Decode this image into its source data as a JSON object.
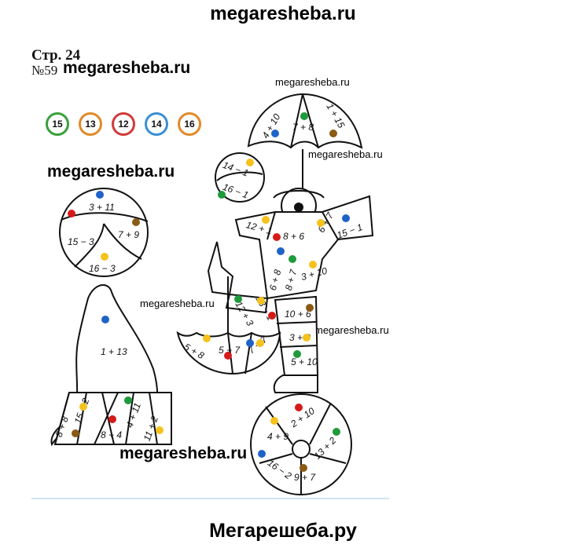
{
  "watermark": {
    "top": "megaresheba.ru",
    "bottom": "Мегарешеба.ру",
    "inline": "megaresheba.ru"
  },
  "page_label": "Стр. 24",
  "task_label": "№59",
  "legend": [
    {
      "value": "15",
      "color": "#3aa03a"
    },
    {
      "value": "13",
      "color": "#e08a2a"
    },
    {
      "value": "12",
      "color": "#d23a3a"
    },
    {
      "value": "14",
      "color": "#3b8fd1"
    },
    {
      "value": "16",
      "color": "#e08a2a"
    }
  ],
  "dot_colors": {
    "green": "#1f9a3a",
    "yellow": "#f5c21c",
    "red": "#d51a1a",
    "blue": "#1f63c9",
    "brown": "#8a5a14"
  },
  "seal_ball": [
    "3 + 11",
    "15 − 3",
    "7 + 9",
    "16 − 3"
  ],
  "seal_body": "1 + 13",
  "pedestal": [
    "8 + 8",
    "15 − 2",
    "8 + 4",
    "4 + 11",
    "11 + 2"
  ],
  "top_umbrella": [
    "4 + 10",
    "7 + 8",
    "1 + 15"
  ],
  "juggle_ball": [
    "14 − 1",
    "16 − 1"
  ],
  "clown_top": [
    "12 + 1",
    "8 + 6",
    "6 + 7",
    "15 − 1"
  ],
  "clown_middle": [
    "6 + 8",
    "8 + 7",
    "3 + 10"
  ],
  "clown_legs": [
    "12 + 3",
    "13 − 1",
    "10 + 6",
    "3 + 9",
    "5 + 10"
  ],
  "low_umbrella": [
    "5 + 8",
    "5 + 7",
    "7 + 7"
  ],
  "bottom_ball": [
    "4 + 9",
    "2 + 10",
    "13 + 2",
    "16 − 2",
    "9 + 7"
  ]
}
